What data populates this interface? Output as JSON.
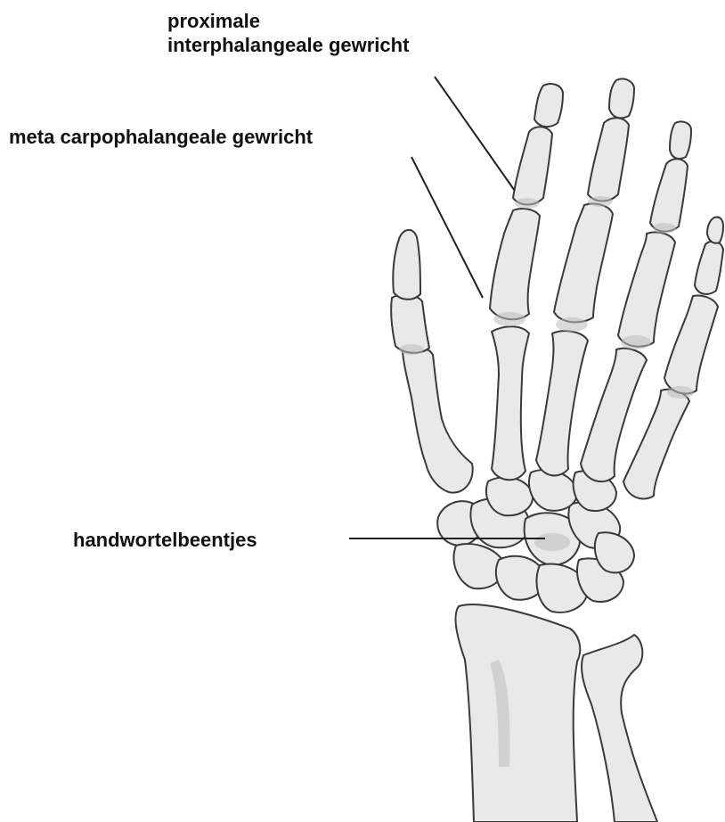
{
  "labels": {
    "pip_line1": "proximale",
    "pip_line2": "interphalangeale gewricht",
    "mcp": "meta carpophalangeale gewricht",
    "carpal": "handwortelbeentjes"
  },
  "colors": {
    "text": "#111111",
    "leader": "#222222",
    "bone_fill": "#e9e9e9",
    "bone_stroke": "#3a3a3a",
    "shade": "#bdbdbd",
    "background": "#ffffff"
  }
}
